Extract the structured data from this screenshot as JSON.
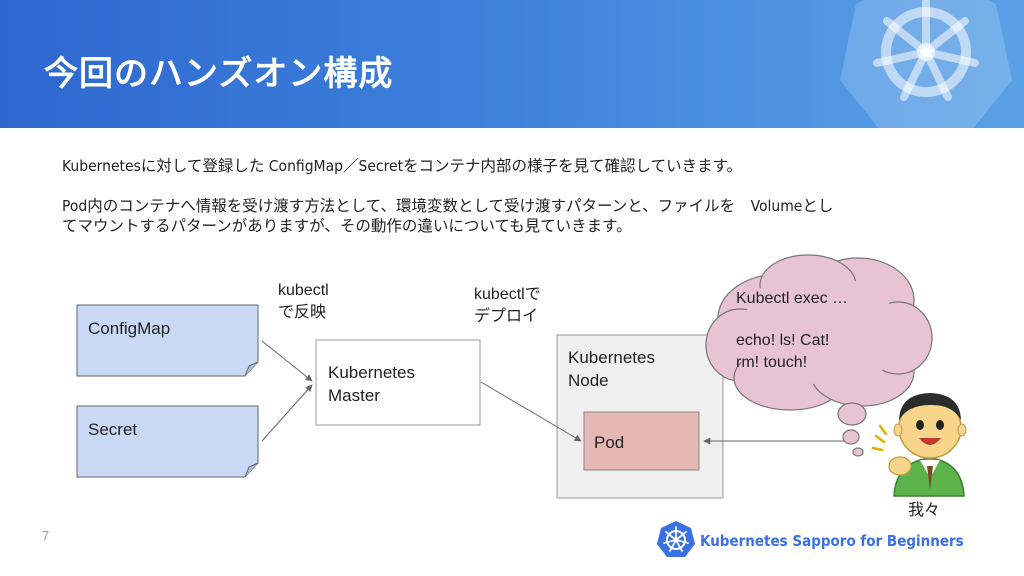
{
  "header": {
    "title": "今回のハンズオン構成",
    "gradient_start": "#2f67cf",
    "gradient_end": "#5aa1e6"
  },
  "content": {
    "paragraph1": "Kubernetesに対して登録した ConfigMap／Secretをコンテナ内部の様子を見て確認していきます。",
    "paragraph2_line1": "Pod内のコンテナへ情報を受け渡す方法として、環境変数として受け渡すパターンと、ファイルを　Volumeとし",
    "paragraph2_line2": "てマウントするパターンがありますが、その動作の違いについても見ていきます。"
  },
  "diagram": {
    "configmap_label": "ConfigMap",
    "secret_label": "Secret",
    "master_label_line1": "Kubernetes",
    "master_label_line2": "Master",
    "node_label_line1": "Kubernetes",
    "node_label_line2": "Node",
    "pod_label": "Pod",
    "note1_line1": "kubectl",
    "note1_line2": "で反映",
    "note2_line1": "kubectlで",
    "note2_line2": "デプロイ",
    "bubble_line1": "Kubectl exec …",
    "bubble_line2": "echo! ls! Cat!",
    "bubble_line3": "rm! touch!",
    "person_label": "我々",
    "colors": {
      "doc_fill": "#c9d9f5",
      "pod_fill": "#e6b8b3",
      "node_fill": "#efefef",
      "cloud_fill": "#e7c3d3"
    }
  },
  "footer": {
    "page_number": "7",
    "brand": "Kubernetes Sapporo for Beginners",
    "icon": "kubernetes-wheel-icon"
  }
}
